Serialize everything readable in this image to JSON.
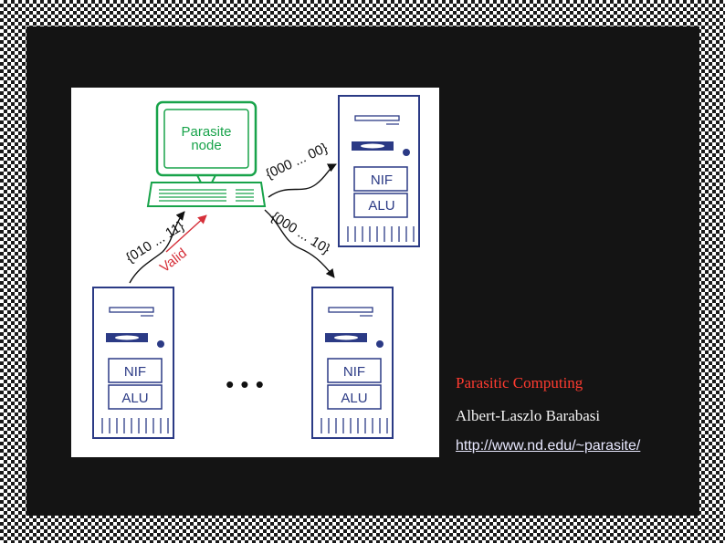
{
  "diagram": {
    "parasite_label": [
      "Parasite",
      "node"
    ],
    "server_labels": {
      "nif": "NIF",
      "alu": "ALU"
    },
    "messages": {
      "top_right": "{000 ... 00}",
      "bottom_right": "{000 ... 10}",
      "left": "{010 ... 11}",
      "valid": "Valid"
    },
    "ellipsis": "• • •",
    "colors": {
      "green": "#18a34a",
      "navy": "#2b3a85",
      "red": "#d6303a"
    }
  },
  "caption": {
    "title": "Parasitic Computing",
    "author": "Albert-Laszlo Barabasi",
    "link": "http://www.nd.edu/~parasite/"
  }
}
